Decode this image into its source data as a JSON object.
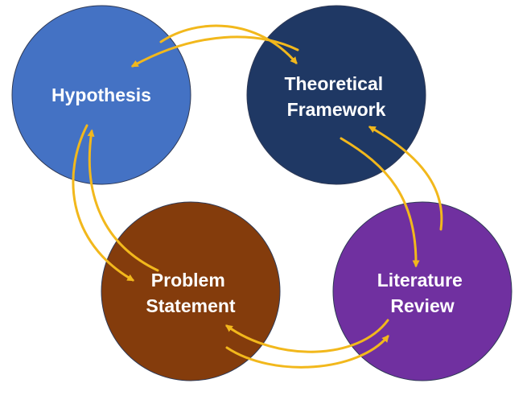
{
  "diagram": {
    "nodes": [
      {
        "id": "hypothesis",
        "lines": [
          "Hypothesis"
        ],
        "color": "#4472C4"
      },
      {
        "id": "theoretical-framework",
        "lines": [
          "Theoretical",
          "Framework"
        ],
        "color": "#1F3864"
      },
      {
        "id": "literature-review",
        "lines": [
          "Literature",
          "Review"
        ],
        "color": "#7030A0"
      },
      {
        "id": "problem-statement",
        "lines": [
          "Problem",
          "Statement"
        ],
        "color": "#843C0C"
      }
    ],
    "edges": [
      {
        "from": "hypothesis",
        "to": "theoretical-framework"
      },
      {
        "from": "theoretical-framework",
        "to": "hypothesis"
      },
      {
        "from": "theoretical-framework",
        "to": "literature-review"
      },
      {
        "from": "literature-review",
        "to": "theoretical-framework"
      },
      {
        "from": "literature-review",
        "to": "problem-statement"
      },
      {
        "from": "problem-statement",
        "to": "literature-review"
      },
      {
        "from": "problem-statement",
        "to": "hypothesis"
      },
      {
        "from": "hypothesis",
        "to": "problem-statement"
      }
    ],
    "arrow_color": "#F2B81C",
    "outline_color": "#2F3A56"
  }
}
